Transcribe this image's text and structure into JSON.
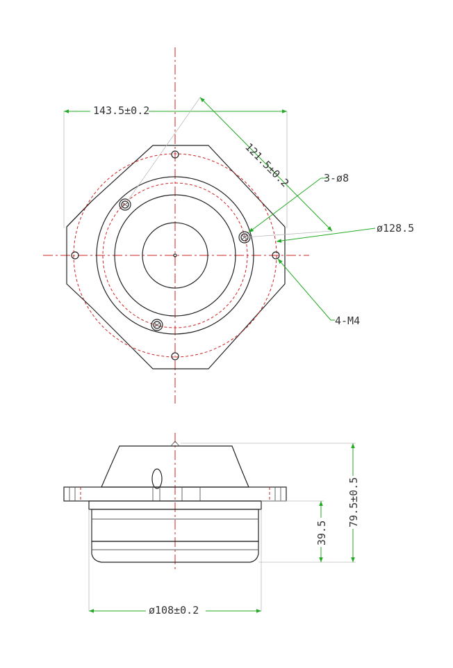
{
  "labels": {
    "flange_width": "143.5±0.2",
    "diagonal_hole_spacing": "121.5±0.2",
    "bolt_holes": "3-ø8",
    "pitch_circle": "ø128.5",
    "tapped_holes": "4-M4",
    "overall_height": "79.5±0.5",
    "lower_height": "39.5",
    "base_diameter": "ø108±0.2"
  },
  "colors": {
    "outline": "#222222",
    "center_line": "#cc2222",
    "dimension_line": "#22aa22",
    "extension_line": "#bbbbbb"
  }
}
